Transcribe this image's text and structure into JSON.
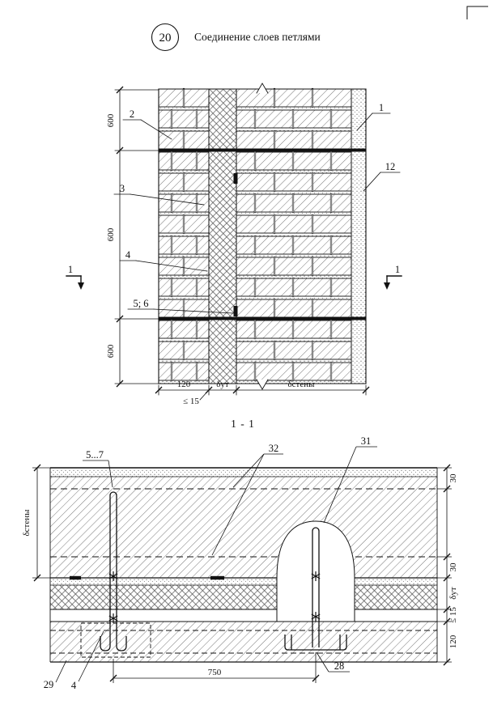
{
  "header": {
    "number": "20",
    "title": "Соединение слоев петлями"
  },
  "elevation": {
    "dims_left": [
      "600",
      "600",
      "600"
    ],
    "callouts_left": [
      "2",
      "3",
      "4",
      "5; 6"
    ],
    "callouts_right": [
      "1",
      "12"
    ],
    "section_cut_label": "1",
    "dims_bottom": {
      "inner_leaf": "120",
      "insulation": "δут",
      "wall": "δстены"
    },
    "note_gap": "≤ 15"
  },
  "section": {
    "title": "1 - 1",
    "callouts": {
      "loops": "5...7",
      "mesh": "32",
      "pos31": "31",
      "pos28": "28",
      "pos29": "29",
      "pos4": "4"
    },
    "dim_wall": "δстены",
    "dims_right": [
      "30",
      "30",
      "δут",
      "≤ 15",
      "120"
    ],
    "dim_span": "750"
  }
}
